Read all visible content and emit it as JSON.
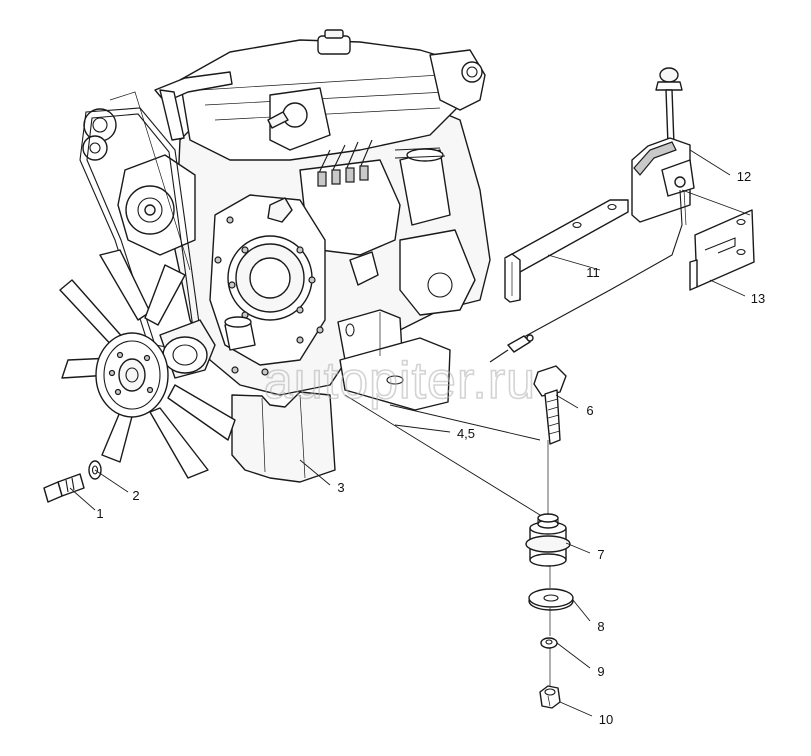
{
  "watermark": "autopiter.ru",
  "callouts": [
    {
      "id": "1",
      "label": "1"
    },
    {
      "id": "2",
      "label": "2"
    },
    {
      "id": "3",
      "label": "3"
    },
    {
      "id": "4-5",
      "label": "4,5"
    },
    {
      "id": "6",
      "label": "6"
    },
    {
      "id": "7",
      "label": "7"
    },
    {
      "id": "8",
      "label": "8"
    },
    {
      "id": "9",
      "label": "9"
    },
    {
      "id": "10",
      "label": "10"
    },
    {
      "id": "11",
      "label": "11"
    },
    {
      "id": "12",
      "label": "12"
    },
    {
      "id": "13",
      "label": "13"
    }
  ]
}
